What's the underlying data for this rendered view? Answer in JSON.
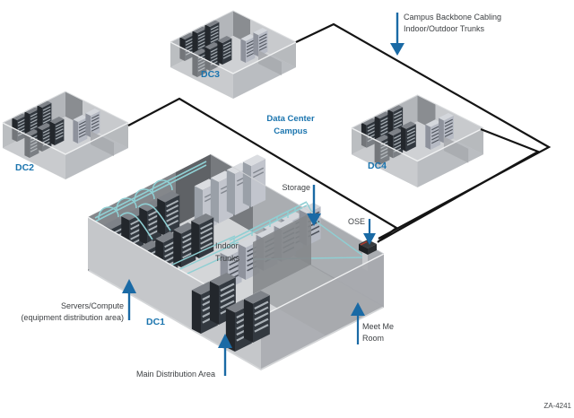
{
  "figure": {
    "kind": "isometric data center campus cabling diagram",
    "campus_label": {
      "line1": "Data Center",
      "line2": "Campus"
    },
    "figure_id": "ZA-4241",
    "colors": {
      "accent_blue": "#1a6aa5",
      "dc_label_blue": "#1a74ae",
      "label_gray": "#3d4043",
      "cable_black": "#141414",
      "trunk_cyan": "#8fcfd3",
      "building_light": "#cfd1d4",
      "building_dark": "#5f6266"
    },
    "buildings": {
      "dc1": {
        "label": "DC1"
      },
      "dc2": {
        "label": "DC2"
      },
      "dc3": {
        "label": "DC3"
      },
      "dc4": {
        "label": "DC4"
      }
    },
    "annotations": {
      "backbone": {
        "line1": "Campus Backbone Cabling",
        "line2": "Indoor/Outdoor Trunks"
      },
      "storage": {
        "label": "Storage"
      },
      "ose": {
        "label": "OSE"
      },
      "indoor_trunks": {
        "line1": "Indoor",
        "line2": "Trunks"
      },
      "servers": {
        "line1": "Servers/Compute",
        "line2": "(equipment distribution area)"
      },
      "mda": {
        "label": "Main Distribution Area"
      },
      "meet_me": {
        "line1": "Meet Me",
        "line2": "Room"
      }
    }
  }
}
